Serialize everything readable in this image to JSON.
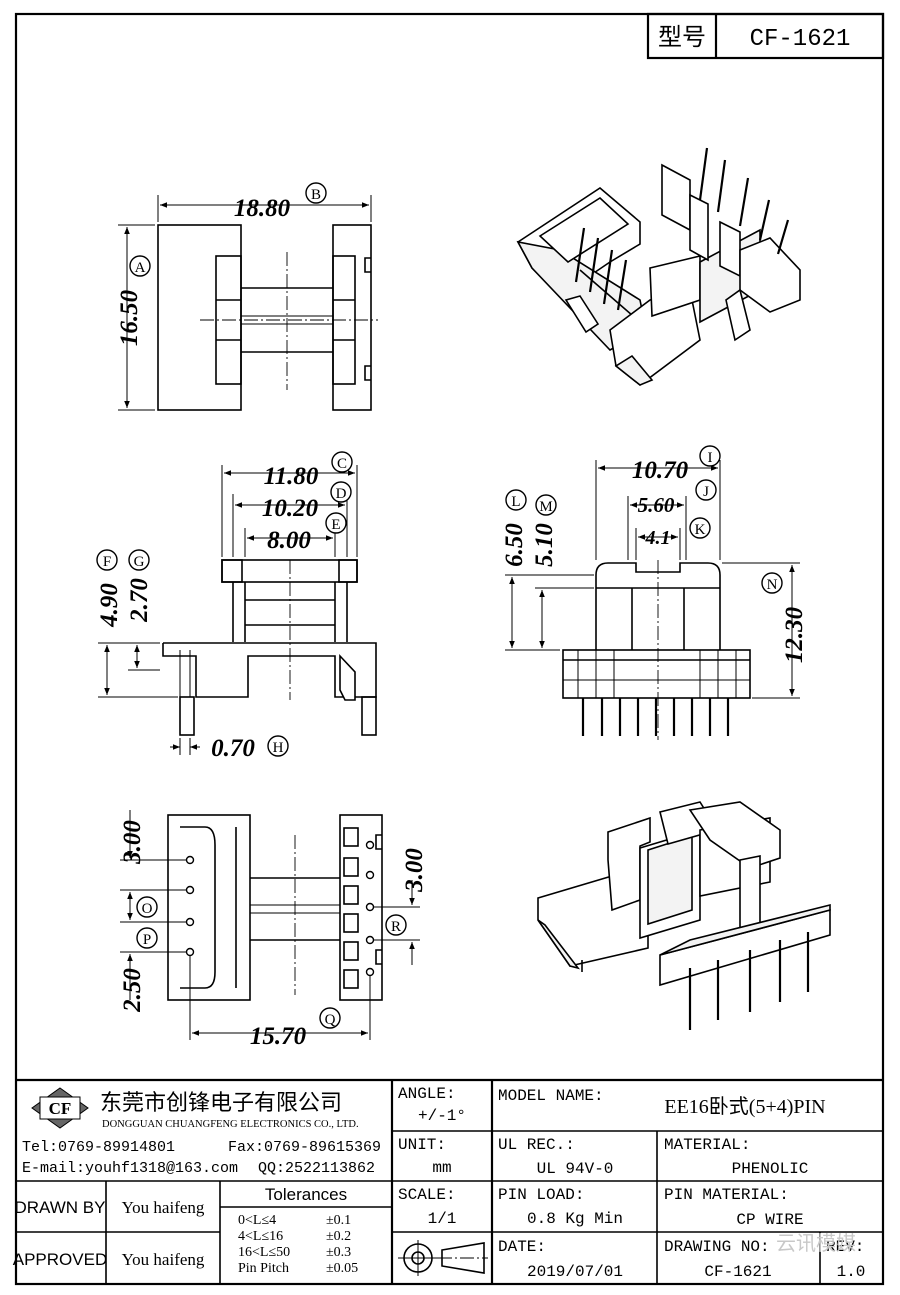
{
  "header": {
    "type_label": "型号",
    "model_code": "CF-1621"
  },
  "dims": {
    "d_18_80": "18.80",
    "d_16_50": "16.50",
    "d_11_80": "11.80",
    "d_10_20": "10.20",
    "d_8_00": "8.00",
    "d_4_90": "4.90",
    "d_2_70": "2.70",
    "d_0_70": "0.70",
    "d_10_70": "10.70",
    "d_5_60": "5.60",
    "d_4_1": "4.1",
    "d_6_50": "6.50",
    "d_5_10": "5.10",
    "d_12_30": "12.30",
    "d_3_00_a": "3.00",
    "d_3_00_b": "3.00",
    "d_2_50": "2.50",
    "d_15_70": "15.70"
  },
  "markers": {
    "A": "A",
    "B": "B",
    "C": "C",
    "D": "D",
    "E": "E",
    "F": "F",
    "G": "G",
    "H": "H",
    "I": "I",
    "J": "J",
    "K": "K",
    "L": "L",
    "M": "M",
    "N": "N",
    "O": "O",
    "P": "P",
    "Q": "Q",
    "R": "R"
  },
  "company": {
    "logo_text": "CF",
    "name_cn": "东莞市创锋电子有限公司",
    "name_en": "DONGGUAN CHUANGFENG ELECTRONICS CO., LTD.",
    "tel": "Tel:0769-89914801",
    "fax": "Fax:0769-89615369",
    "email": "E-mail:youhf1318@163.com",
    "qq": "QQ:2522113862"
  },
  "titleblock": {
    "angle_label": "ANGLE:",
    "angle_value": "+/-1°",
    "unit_label": "UNIT:",
    "unit_value": "mm",
    "scale_label": "SCALE:",
    "scale_value": "1/1",
    "model_name_label": "MODEL NAME:",
    "model_name_value": "EE16卧式(5+4)PIN",
    "ul_label": "UL REC.:",
    "ul_value": "UL 94V-0",
    "material_label": "MATERIAL:",
    "material_value": "PHENOLIC",
    "pin_load_label": "PIN LOAD:",
    "pin_load_value": "0.8 Kg Min",
    "pin_material_label": "PIN MATERIAL:",
    "pin_material_value": "CP WIRE",
    "date_label": "DATE:",
    "date_value": "2019/07/01",
    "drawing_no_label": "DRAWING NO:",
    "drawing_no_value": "CF-1621",
    "rev_label": "REV:",
    "rev_value": "1.0",
    "drawn_by_label": "DRAWN BY",
    "drawn_by_value": "You haifeng",
    "approved_label": "APPROVED",
    "approved_value": "You haifeng",
    "tolerances_title": "Tolerances",
    "tol": [
      {
        "range": "0<L≤4",
        "value": "±0.1"
      },
      {
        "range": "4<L≤16",
        "value": "±0.2"
      },
      {
        "range": "16<L≤50",
        "value": "±0.3"
      },
      {
        "range": "Pin Pitch",
        "value": "±0.05"
      }
    ],
    "watermark": "云讯模媒"
  }
}
